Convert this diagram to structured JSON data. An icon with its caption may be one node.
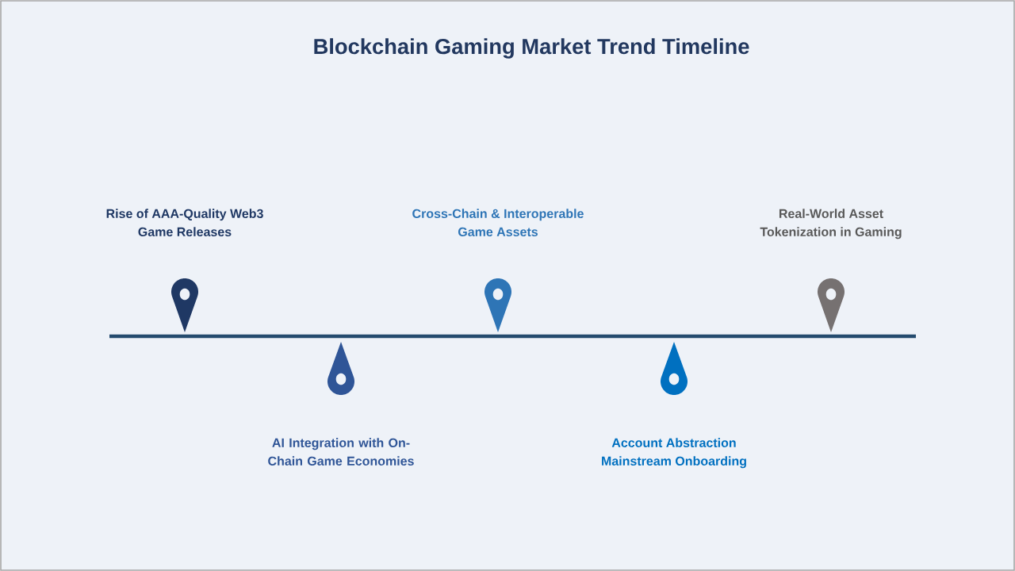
{
  "diagram": {
    "title": "Blockchain Gaming Market Trend Timeline",
    "labels": [
      "Rise of AAA-Quality Web3 Game Releases",
      "AI Integration with On-Chain Game Economies",
      "Cross-Chain & Interoperable Game Assets",
      "Account Abstraction Mainstream Onboarding",
      "Real-World Asset Tokenization in Gaming"
    ]
  }
}
